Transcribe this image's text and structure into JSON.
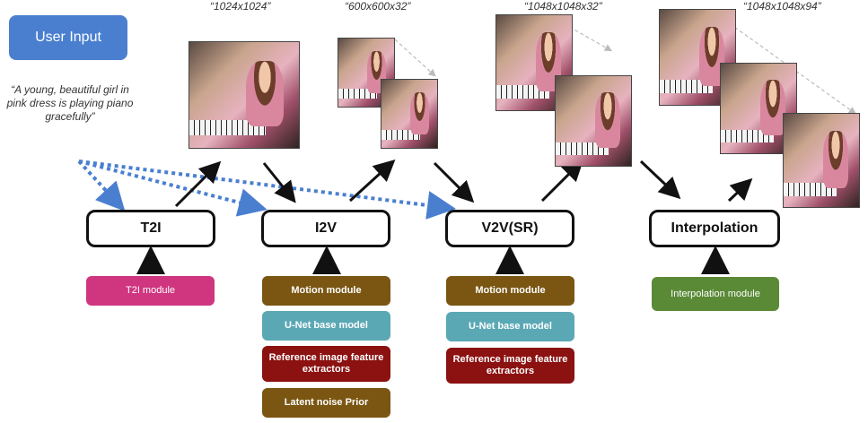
{
  "user_input": {
    "label": "User Input"
  },
  "prompt": {
    "text": "“A young, beautiful girl in pink dress is playing piano gracefully”"
  },
  "resolutions": {
    "t2i": "“1024x1024”",
    "i2v": "“600x600x32”",
    "v2v": "“1048x1048x32”",
    "interp": "“1048x1048x94”"
  },
  "stages": {
    "t2i": "T2I",
    "i2v": "I2V",
    "v2v": "V2V(SR)",
    "interp": "Interpolation"
  },
  "modules": {
    "t2i": [
      "T2I module"
    ],
    "i2v": [
      "Motion module",
      "U-Net base model",
      "Reference image feature extractors",
      "Latent noise Prior"
    ],
    "v2v": [
      "Motion module",
      "U-Net base model",
      "Reference image feature extractors"
    ],
    "interp": [
      "Interpolation module"
    ]
  },
  "colors": {
    "user_input": "#4a7fd0",
    "dotted_arrow": "#4a7fd0",
    "pink": "#d0357f",
    "brown": "#7a5612",
    "teal": "#5ba8b5",
    "red": "#8c1111",
    "green": "#5b8a37"
  }
}
